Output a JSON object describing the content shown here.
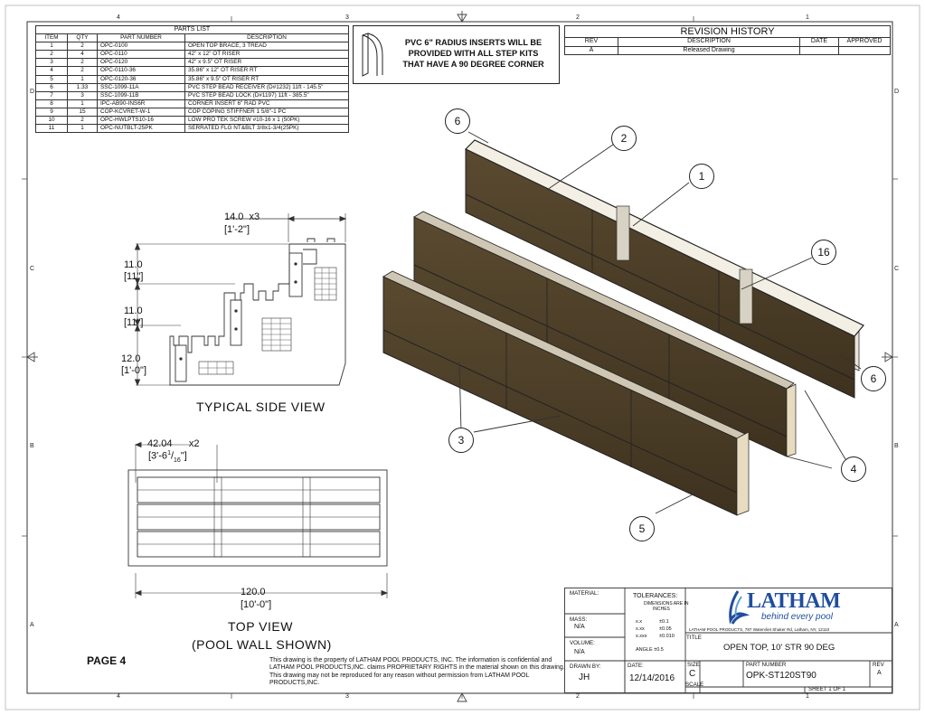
{
  "zones": {
    "top": [
      "4",
      "3",
      "2",
      "1"
    ],
    "bottom": [
      "4",
      "3",
      "2",
      "1"
    ],
    "left": [
      "D",
      "C",
      "B",
      "A"
    ],
    "right": [
      "D",
      "C",
      "B",
      "A"
    ]
  },
  "parts_list": {
    "title": "PARTS LIST",
    "headers": [
      "ITEM",
      "QTY",
      "PART NUMBER",
      "DESCRIPTION"
    ],
    "rows": [
      [
        "1",
        "2",
        "OPC-0100",
        "OPEN TOP BRACE, 3 TREAD"
      ],
      [
        "2",
        "4",
        "OPC-0110",
        "42\" x 12\" OT RISER"
      ],
      [
        "3",
        "2",
        "OPC-0120",
        "42\" x 9.5\" OT RISER"
      ],
      [
        "4",
        "2",
        "OPC-0110-36",
        "35.86\" x 12\" OT RISER RT"
      ],
      [
        "5",
        "1",
        "OPC-0120-36",
        "35.86\" x 9.5\" OT RISER RT"
      ],
      [
        "6",
        "1.33",
        "SSC-1099-11A",
        "PVC STEP BEAD RECEIVER (D#1232) 11ft - 145.5\""
      ],
      [
        "7",
        "3",
        "SSC-1099-11B",
        "PVC STEP BEAD LOCK (D#1197) 11ft - 385.5\""
      ],
      [
        "8",
        "1",
        "IPC-AB90-INS6R",
        "CORNER INSERT 6\" RAD PVC"
      ],
      [
        "9",
        "15",
        "COP-KCVRET-W-1",
        "COP COPING STIFFNER 1 5/8\"-1 PC"
      ],
      [
        "10",
        "2",
        "OPC-HWLPTS10-16",
        "LOW PRO TEK SCREW #10-16 x 1 (50PK)"
      ],
      [
        "11",
        "1",
        "OPC-NUTBLT-25PK",
        "SERRATED FLG NT&BLT 3/8x1-3/4(25PK)"
      ]
    ]
  },
  "note": {
    "lines": [
      "PVC 6\" RADIUS INSERTS WILL BE",
      "PROVIDED WITH ALL STEP KITS",
      "THAT HAVE A 90 DEGREE CORNER"
    ]
  },
  "revision_history": {
    "title": "REVISION HISTORY",
    "headers": [
      "REV",
      "DESCRIPTION",
      "DATE",
      "APPROVED"
    ],
    "rows": [
      [
        "A",
        "Released Drawing",
        "",
        ""
      ]
    ]
  },
  "side_view": {
    "title": "TYPICAL SIDE VIEW",
    "dim_width": "14.0",
    "dim_width_mult": "x3",
    "dim_width_ft": "[1'-2\"]",
    "dim_h1": "11.0",
    "dim_h1_ft": "[11\"]",
    "dim_h2": "11.0",
    "dim_h2_ft": "[11\"]",
    "dim_h3": "12.0",
    "dim_h3_ft": "[1'-0\"]"
  },
  "top_view": {
    "title": "TOP VIEW",
    "subtitle": "(POOL WALL SHOWN)",
    "dim_spacing": "42.04",
    "dim_spacing_mult": "x2",
    "dim_spacing_ft": "[3'-6",
    "dim_spacing_frac_num": "1",
    "dim_spacing_frac_den": "16",
    "dim_spacing_end": "\"]",
    "dim_length": "120.0",
    "dim_length_ft": "[10'-0\"]"
  },
  "balloons": [
    "6",
    "2",
    "1",
    "16",
    "6",
    "4",
    "3",
    "5"
  ],
  "page_label": "PAGE 4",
  "legal": "This drawing is the property of LATHAM POOL PRODUCTS, INC. The information is confidential and LATHAM POOL PRODUCTS,INC. claims PROPRIETARY RIGHTS in the material shown on this drawing. This drawing may not be reproduced for any reason without permission from LATHAM POOL PRODUCTS,INC.",
  "title_block": {
    "material_label": "MATERIAL:",
    "mass_label": "MASS:",
    "mass_value": "N/A",
    "volume_label": "VOLUME:",
    "volume_value": "N/A",
    "tolerances_label": "TOLERANCES:",
    "tolerances_note1": "DIMENSIONS ARE IN",
    "tolerances_note2": "INCHES",
    "tol_rows": [
      [
        "x.x",
        "±0.1"
      ],
      [
        "x.xx",
        "±0.05"
      ],
      [
        "x.xxx",
        "±0.010"
      ]
    ],
    "angle_label": "ANGLE",
    "angle_value": "±0.5",
    "drawn_by_label": "DRAWN BY:",
    "drawn_by": "JH",
    "date_label": "DATE:",
    "date": "12/14/2016",
    "size_label": "SIZE",
    "size": "C",
    "scale_label": "SCALE",
    "part_number_label": "PART NUMBER",
    "part_number": "OPK-ST120ST90",
    "rev_label": "REV",
    "rev": "A",
    "title_label": "TITLE",
    "title": "OPEN TOP, 10' STR 90 DEG",
    "sheet": "SHEET 1  OF 1",
    "logo_text": "LATHAM",
    "tagline": "behind every pool",
    "address": "LATHAM POOL PRODUCTS, 787 Watervliet Shaker Rd, Latham, NY, 12110"
  },
  "colors": {
    "riser": "#4a3d27",
    "riser_dark": "#2f2616",
    "riser_light": "#6b5a3c",
    "logo_blue": "#1f4e9c"
  }
}
